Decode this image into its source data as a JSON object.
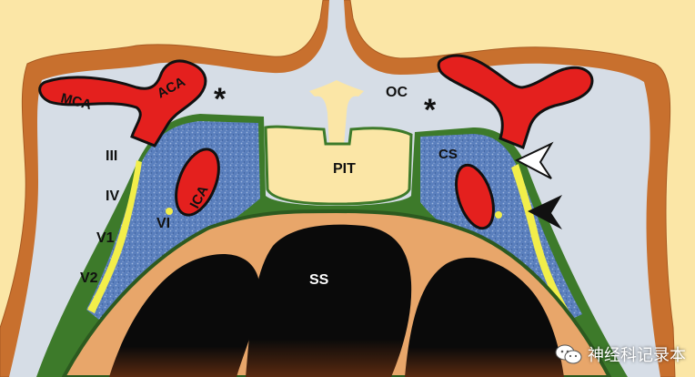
{
  "labels": {
    "mca": "MCA",
    "aca": "ACA",
    "ica": "ICA",
    "oc": "OC",
    "pit": "PIT",
    "cs": "CS",
    "ss": "SS",
    "iii": "III",
    "iv": "IV",
    "v1": "V1",
    "v2": "V2",
    "vi": "VI",
    "asterisk": "*"
  },
  "watermark": {
    "text": "神经科记录本",
    "icon": "wechat-icon"
  },
  "colors": {
    "background": "#fbe6a6",
    "dura_outer": "#c8702e",
    "csf": "#d6dde6",
    "artery": "#e4201e",
    "cavernous_sinus": "#5a7fbd",
    "membrane": "#3d7a2a",
    "nerve": "#f2ee4a",
    "pituitary": "#fbe6a6",
    "bone": "#e8a66a",
    "sinus_air": "#0a0a0a",
    "arrow_white": "#ffffff",
    "arrow_black": "#111111"
  }
}
